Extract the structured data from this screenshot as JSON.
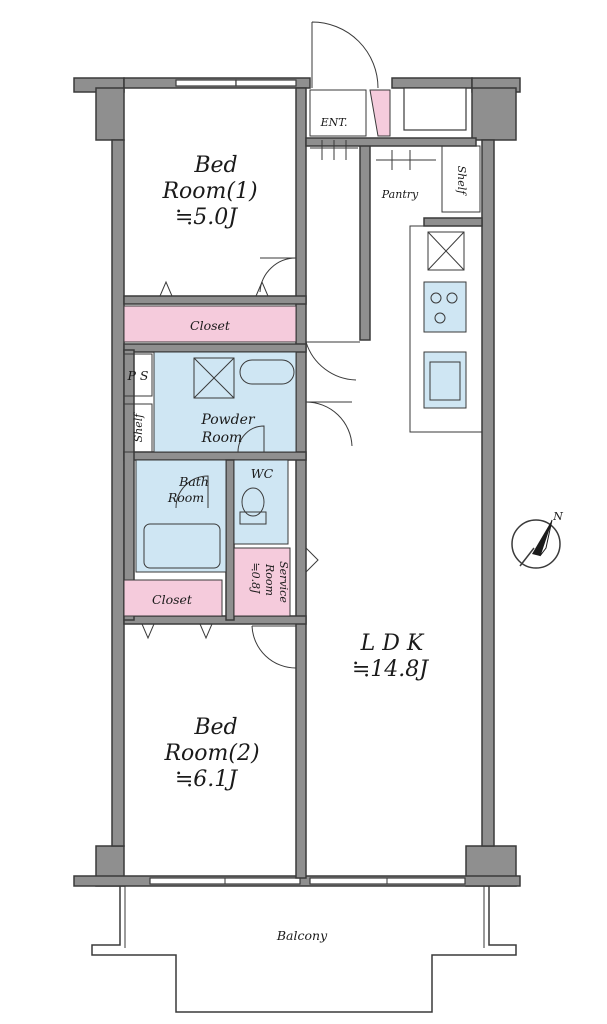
{
  "rooms": {
    "bedroom1": {
      "name": "Bed",
      "name2": "Room(1)",
      "size": "≒5.0J"
    },
    "bedroom2": {
      "name": "Bed",
      "name2": "Room(2)",
      "size": "≒6.1J"
    },
    "ldk": {
      "name": "L D K",
      "size": "≒14.8J"
    },
    "closet1": "Closet",
    "closet2": "Closet",
    "ps": "P S",
    "shelf_left": "Shelf",
    "shelf_right": "Shelf",
    "powder_room": {
      "line1": "Powder",
      "line2": "Room"
    },
    "bath_room": {
      "line1": "Bath",
      "line2": "Room"
    },
    "wc": "WC",
    "service_room": {
      "line1": "Service",
      "line2": "Room",
      "size": "≒0.8J"
    },
    "entrance": "ENT.",
    "pantry": "Pantry",
    "balcony": "Balcony"
  },
  "compass": {
    "label": "N",
    "icon": "north-arrow-icon"
  },
  "colors": {
    "closet_fill": "#f5cbdc",
    "wet_area_fill": "#cfe6f3",
    "wall": "#8f8f8f",
    "line": "#3a3a3a"
  }
}
